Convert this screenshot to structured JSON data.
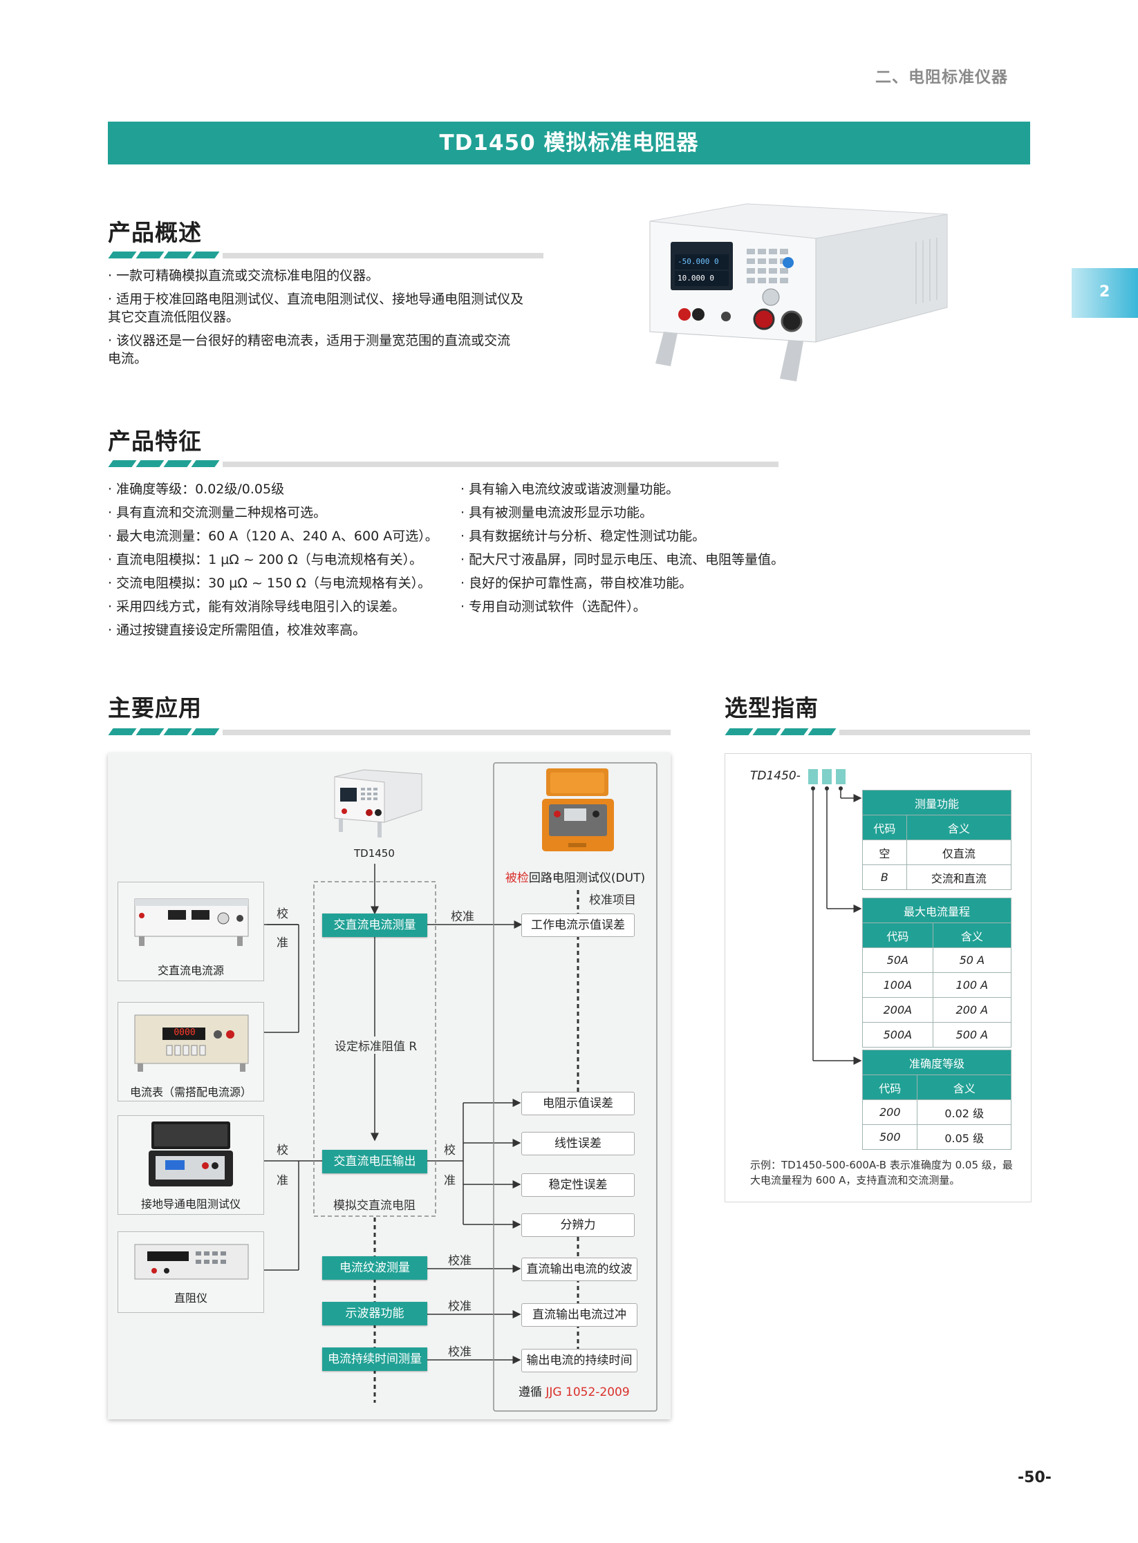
{
  "header": {
    "category": "二、电阻标准仪器",
    "side_tab": "2"
  },
  "banner": {
    "title": "TD1450 模拟标准电阻器"
  },
  "overview": {
    "title": "产品概述",
    "bullets": [
      "· 一款可精确模拟直流或交流标准电阻的仪器。",
      "· 适用于校准回路电阻测试仪、直流电阻测试仪、接地导通电阻测试仪及",
      "其它交直流低阻仪器。",
      "· 该仪器还是一台很好的精密电流表，适用于测量宽范围的直流或交流",
      "电流。"
    ]
  },
  "device_image": {
    "line1": "-50.000 0",
    "line2": "10.000 0"
  },
  "features": {
    "title": "产品特征",
    "left": [
      "· 准确度等级：0.02级/0.05级",
      "· 具有直流和交流测量二种规格可选。",
      "· 最大电流测量：60 A（120 A、240 A、600 A可选）。",
      "· 直流电阻模拟：1 μΩ ~ 200 Ω（与电流规格有关）。",
      "· 交流电阻模拟：30 μΩ ~ 150 Ω（与电流规格有关）。",
      "· 采用四线方式，能有效消除导线电阻引入的误差。",
      "· 通过按键直接设定所需阻值，校准效率高。"
    ],
    "right": [
      "· 具有输入电流纹波或谐波测量功能。",
      "· 具有被测量电流波形显示功能。",
      "· 具有数据统计与分析、稳定性测试功能。",
      "· 配大尺寸液晶屏，同时显示电压、电流、电阻等量值。",
      "· 良好的保护可靠性高，带自校准功能。",
      "· 专用自动测试软件（选配件）。"
    ]
  },
  "applications": {
    "title": "主要应用",
    "device_label": "TD1450",
    "dut_prefix": "被检",
    "dut_label": "回路电阻测试仪(DUT)",
    "calib_items_label": "校准项目",
    "set_r_label": "设定标准阻值 R",
    "sim_r_label": "模拟交直流电阻",
    "follow_prefix": "遵循",
    "follow_std": "JJG 1052-2009",
    "left_devices": [
      "交直流电流源",
      "电流表（需搭配电流源）",
      "接地导通电阻测试仪",
      "直阻仪"
    ],
    "teal_boxes": [
      "交直流电流测量",
      "交直流电压输出",
      "电流纹波测量",
      "示波器功能",
      "电流持续时间测量"
    ],
    "right_boxes": [
      "工作电流示值误差",
      "电阻示值误差",
      "线性误差",
      "稳定性误差",
      "分辨力",
      "直流输出电流的纹波",
      "直流输出电流过冲",
      "输出电流的持续时间"
    ],
    "calib_word": "校准",
    "calib_v1": "校",
    "calib_v2": "准",
    "instr_display": "0000"
  },
  "selection": {
    "title": "选型指南",
    "model_prefix": "TD1450-",
    "col_code": "代码",
    "col_meaning": "含义",
    "tables": [
      {
        "title": "测量功能",
        "rows": [
          [
            "空",
            "仅直流"
          ],
          [
            "B",
            "交流和直流"
          ]
        ]
      },
      {
        "title": "最大电流量程",
        "rows": [
          [
            "50A",
            "50 A"
          ],
          [
            "100A",
            "100 A"
          ],
          [
            "200A",
            "200 A"
          ],
          [
            "500A",
            "500 A"
          ]
        ]
      },
      {
        "title": "准确度等级",
        "rows": [
          [
            "200",
            "0.02 级"
          ],
          [
            "500",
            "0.05 级"
          ]
        ]
      }
    ],
    "example_lines": [
      "示例：TD1450-500-600A-B 表示准确度为 0.05 级，最",
      "大电流量程为 600 A，支持直流和交流测量。"
    ]
  },
  "footer": {
    "page_number": "-50-"
  },
  "colors": {
    "accent": "#21a195",
    "highlight_red": "#d9302a"
  }
}
